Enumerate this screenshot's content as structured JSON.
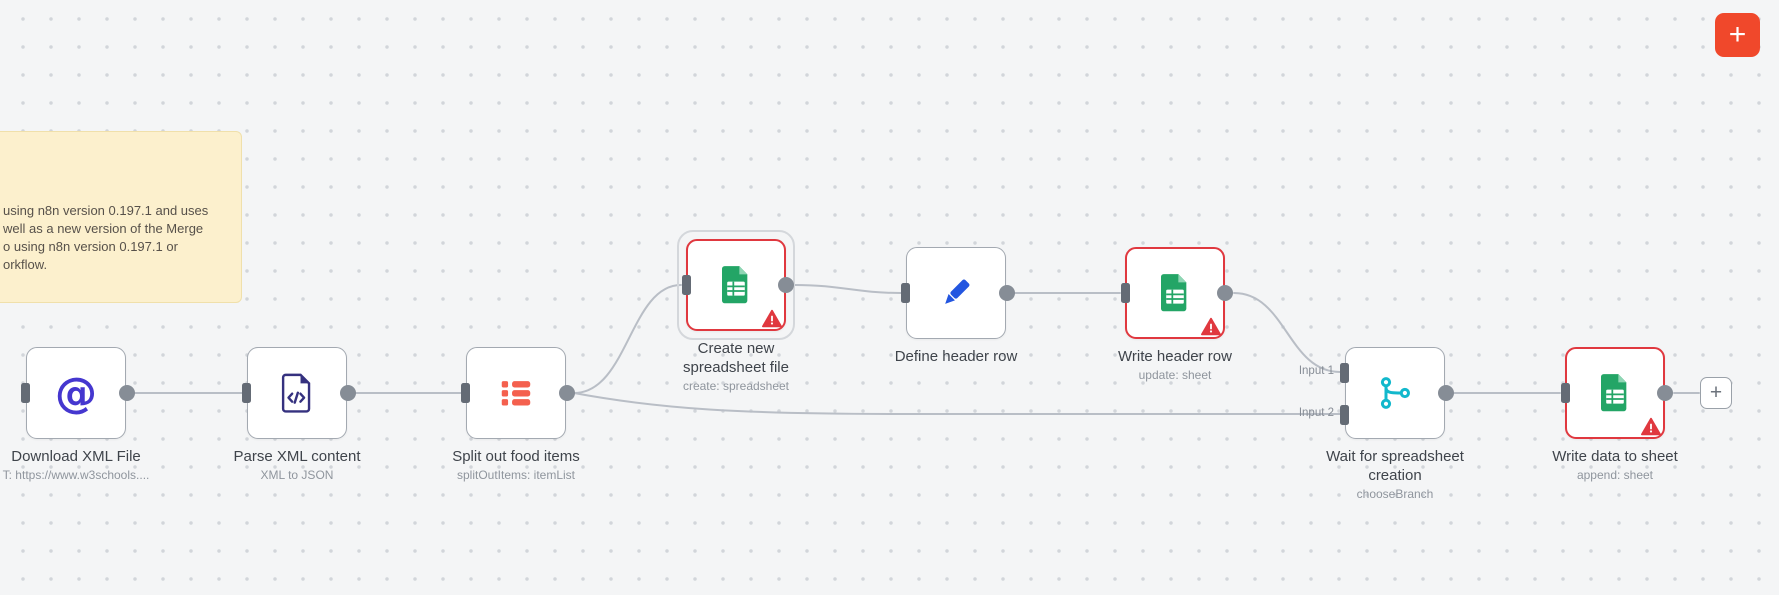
{
  "app": {
    "title": "n8n workflow canvas"
  },
  "canvas": {
    "add_button_label": "+",
    "inline_add_label": "+"
  },
  "sticky_note": {
    "lines": [
      "using n8n version 0.197.1 and uses",
      "well as a new version of the Merge",
      "o using n8n version 0.197.1 or",
      "orkflow."
    ]
  },
  "nodes": [
    {
      "name": "Download XML File",
      "subtitle": "T: https://www.w3schools....",
      "icon": "at-icon",
      "status": "normal"
    },
    {
      "name": "Parse XML content",
      "subtitle": "XML to JSON",
      "icon": "xml-file-icon",
      "status": "normal"
    },
    {
      "name": "Split out food items",
      "subtitle": "splitOutItems: itemList",
      "icon": "split-list-icon",
      "status": "normal"
    },
    {
      "name": "Create new spreadsheet file",
      "subtitle": "create: spreadsheet",
      "icon": "google-sheets-icon",
      "status": "error",
      "selected": true
    },
    {
      "name": "Define header row",
      "subtitle": "",
      "icon": "pencil-icon",
      "status": "normal"
    },
    {
      "name": "Write header row",
      "subtitle": "update: sheet",
      "icon": "google-sheets-icon",
      "status": "error"
    },
    {
      "name": "Wait for spreadsheet creation",
      "subtitle": "chooseBranch",
      "icon": "merge-branch-icon",
      "status": "normal",
      "inputs": [
        "Input 1",
        "Input 2"
      ]
    },
    {
      "name": "Write data to sheet",
      "subtitle": "append: sheet",
      "icon": "google-sheets-icon",
      "status": "error"
    }
  ],
  "connections": [
    {
      "from": "Download XML File",
      "to": "Parse XML content"
    },
    {
      "from": "Parse XML content",
      "to": "Split out food items"
    },
    {
      "from": "Split out food items",
      "to": "Create new spreadsheet file"
    },
    {
      "from": "Split out food items",
      "to": "Wait for spreadsheet creation (Input 2)"
    },
    {
      "from": "Create new spreadsheet file",
      "to": "Define header row"
    },
    {
      "from": "Define header row",
      "to": "Write header row"
    },
    {
      "from": "Write header row",
      "to": "Wait for spreadsheet creation (Input 1)"
    },
    {
      "from": "Wait for spreadsheet creation",
      "to": "Write data to sheet"
    }
  ],
  "colors": {
    "canvas_bg": "#f4f5f6",
    "connection_gray": "#b9bec6",
    "error_red": "#e0383f",
    "sticky_bg": "#fcf0cd",
    "sheets_green": "#23a566",
    "http_purple": "#4537cf",
    "list_coral": "#f4604e",
    "set_blue": "#2356e0",
    "merge_teal": "#12b8cc",
    "add_button_orange": "#f0482b"
  }
}
